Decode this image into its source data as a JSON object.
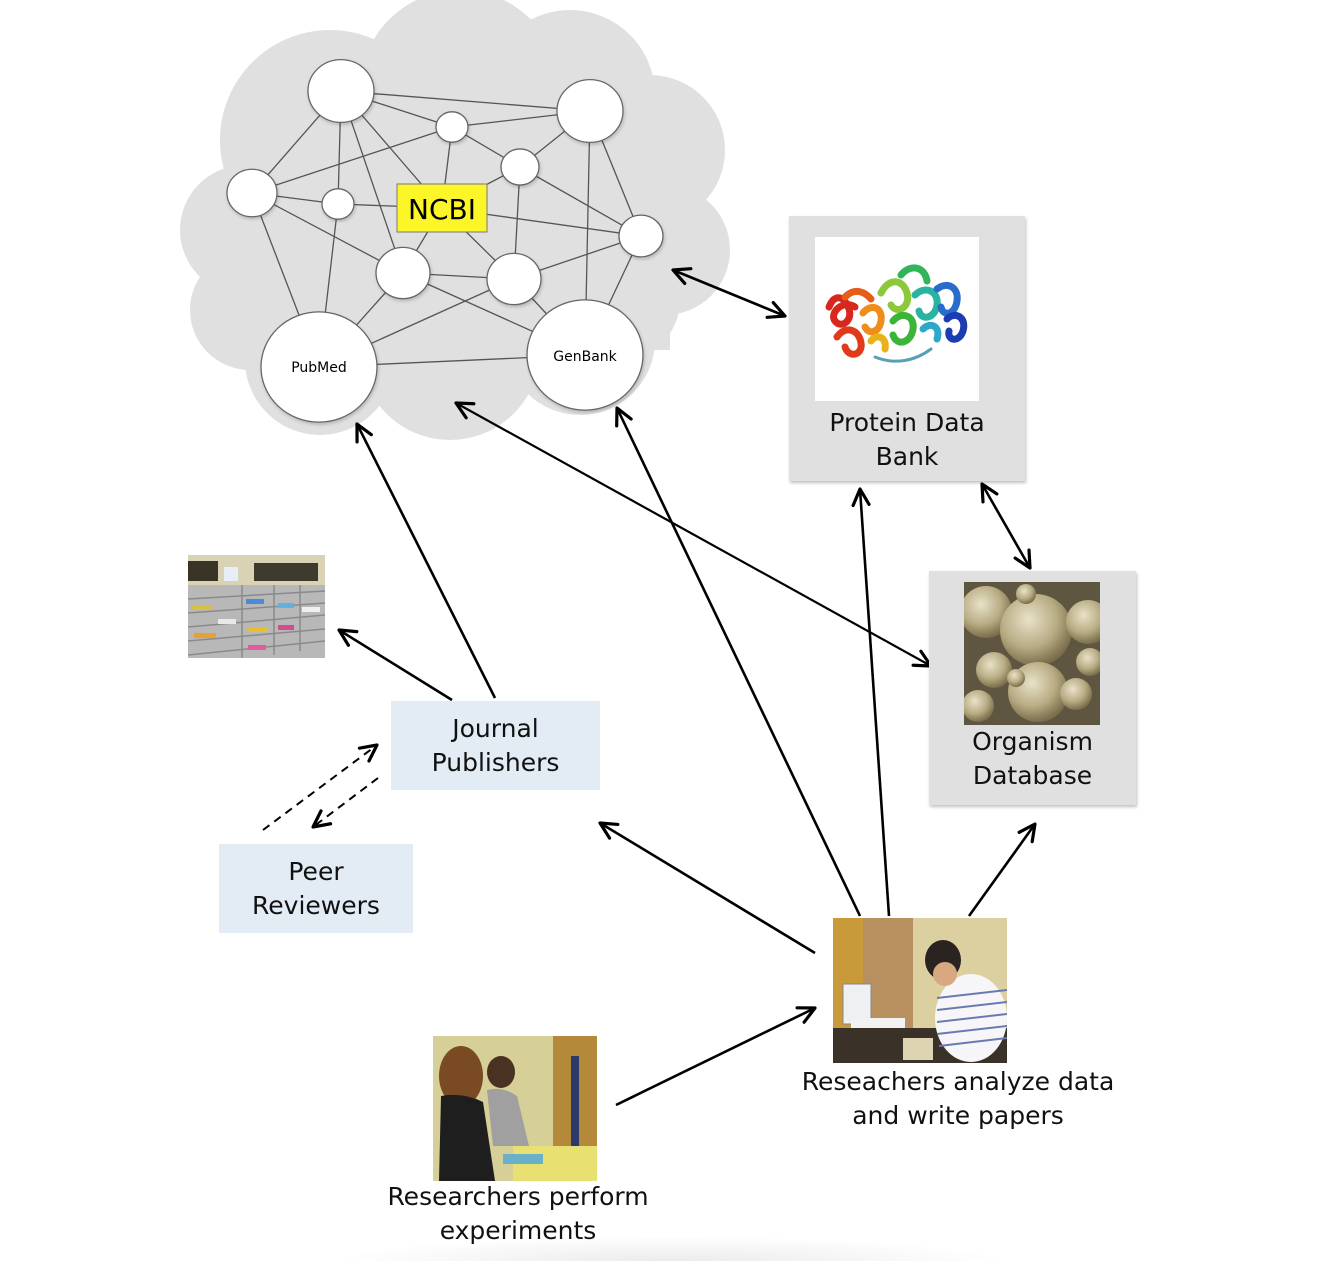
{
  "diagram": {
    "cloud": {
      "center_label": "NCBI",
      "center_label_color": "#fcf528",
      "nodes": [
        {
          "id": "n1",
          "label": ""
        },
        {
          "id": "n2",
          "label": ""
        },
        {
          "id": "n3",
          "label": ""
        },
        {
          "id": "n4",
          "label": ""
        },
        {
          "id": "n5",
          "label": ""
        },
        {
          "id": "n6",
          "label": ""
        },
        {
          "id": "n7",
          "label": ""
        },
        {
          "id": "n8",
          "label": ""
        },
        {
          "id": "n9",
          "label": ""
        },
        {
          "id": "pubmed",
          "label": "PubMed"
        },
        {
          "id": "genbank",
          "label": "GenBank"
        }
      ]
    },
    "protein_data_bank": {
      "label": "Protein Data\nBank",
      "image": "protein-structure-ribbon"
    },
    "organism_database": {
      "label": "Organism\nDatabase",
      "image": "yeast-cells-micrograph"
    },
    "journal_publishers": {
      "label": "Journal\nPublishers"
    },
    "peer_reviewers": {
      "label": "Peer\nReviewers"
    },
    "library_shelves": {
      "image": "journal-shelves-photo"
    },
    "researchers_experiments": {
      "label": "Researchers perform\nexperiments",
      "image": "lab-bench-photo"
    },
    "researchers_analyze": {
      "label": "Reseachers analyze data\nand write papers",
      "image": "researcher-laptop-photo"
    },
    "edges": [
      {
        "from": "cloud",
        "to": "protein_data_bank",
        "style": "solid",
        "direction": "both"
      },
      {
        "from": "protein_data_bank",
        "to": "organism_database",
        "style": "solid",
        "direction": "both"
      },
      {
        "from": "cloud",
        "to": "organism_database",
        "style": "solid",
        "direction": "both"
      },
      {
        "from": "journal_publishers",
        "to": "pubmed",
        "style": "solid",
        "direction": "forward"
      },
      {
        "from": "journal_publishers",
        "to": "library_shelves",
        "style": "solid",
        "direction": "forward"
      },
      {
        "from": "peer_reviewers",
        "to": "journal_publishers",
        "style": "dashed",
        "direction": "forward"
      },
      {
        "from": "journal_publishers",
        "to": "peer_reviewers",
        "style": "dashed",
        "direction": "forward"
      },
      {
        "from": "researchers_analyze",
        "to": "journal_publishers",
        "style": "solid",
        "direction": "forward"
      },
      {
        "from": "researchers_analyze",
        "to": "genbank",
        "style": "solid",
        "direction": "forward"
      },
      {
        "from": "researchers_analyze",
        "to": "protein_data_bank",
        "style": "solid",
        "direction": "forward"
      },
      {
        "from": "researchers_analyze",
        "to": "organism_database",
        "style": "solid",
        "direction": "forward"
      },
      {
        "from": "researchers_experiments",
        "to": "researchers_analyze",
        "style": "solid",
        "direction": "forward"
      }
    ]
  }
}
